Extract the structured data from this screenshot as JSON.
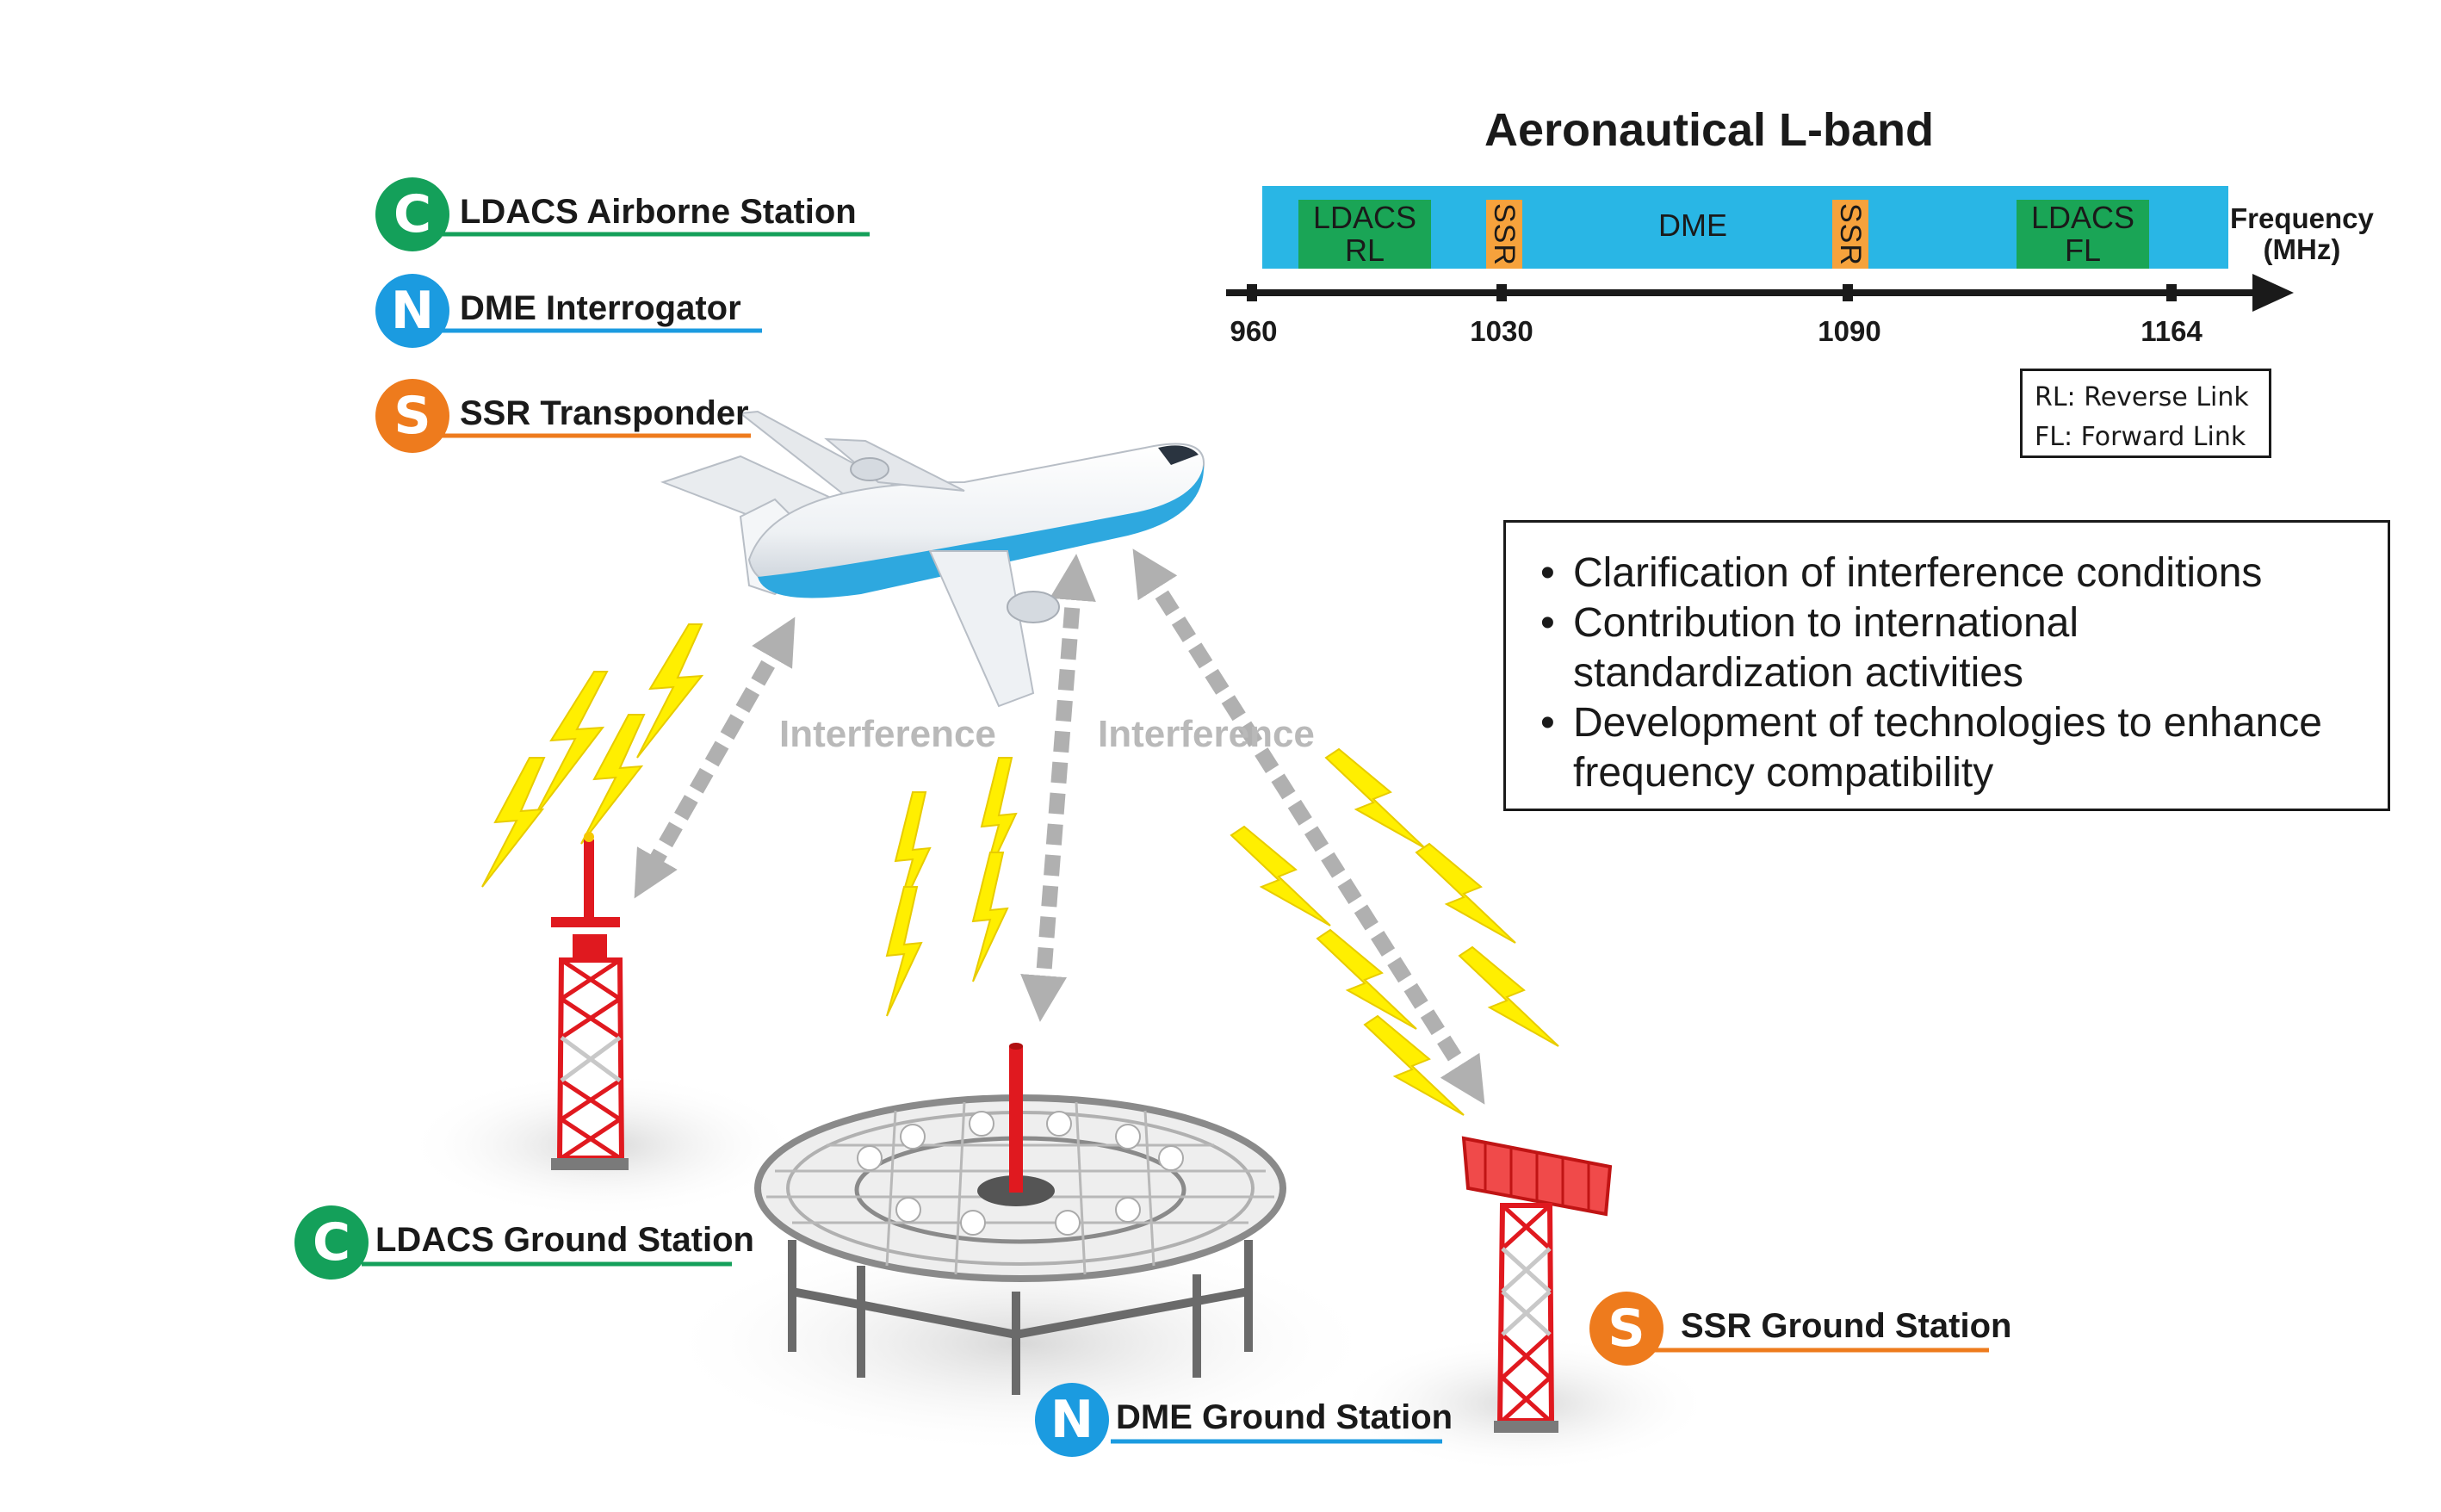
{
  "legend_airborne": [
    {
      "letter": "C",
      "label": "LDACS Airborne Station",
      "color": "#14a05a"
    },
    {
      "letter": "N",
      "label": "DME Interrogator",
      "color": "#1b9be0"
    },
    {
      "letter": "S",
      "label": "SSR Transponder",
      "color": "#ee7b1d"
    }
  ],
  "ground_stations": [
    {
      "letter": "C",
      "label": "LDACS Ground Station",
      "color": "#14a05a"
    },
    {
      "letter": "N",
      "label": "DME Ground Station",
      "color": "#1b9be0"
    },
    {
      "letter": "S",
      "label": "SSR Ground Station",
      "color": "#ee7b1d"
    }
  ],
  "band": {
    "title": "Aeronautical L-band",
    "segments": [
      {
        "label": "LDACS\nRL",
        "style": "green"
      },
      {
        "label": "SSR",
        "style": "orange",
        "vertical": true
      },
      {
        "label": "DME",
        "style": "plain"
      },
      {
        "label": "SSR",
        "style": "orange",
        "vertical": true
      },
      {
        "label": "LDACS\nFL",
        "style": "green"
      }
    ],
    "ticks": [
      "960",
      "1030",
      "1090",
      "1164"
    ],
    "axis_label_line1": "Frequency",
    "axis_label_line2": "(MHz)"
  },
  "abbreviations": [
    "RL: Reverse Link",
    "FL: Forward Link"
  ],
  "bullets": [
    "Clarification of interference conditions",
    "Contribution to international standardization activities",
    "Development of technologies to enhance frequency compatibility"
  ],
  "interference_labels": [
    "Interference",
    "Interference"
  ]
}
